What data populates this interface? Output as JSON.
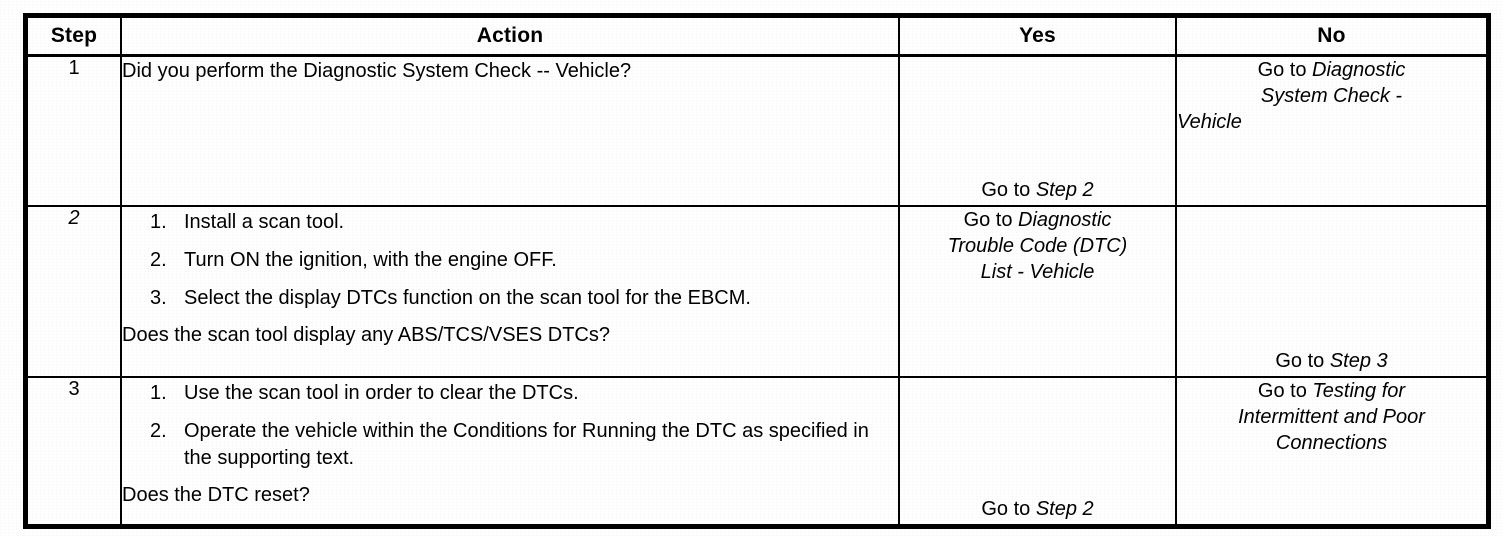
{
  "table": {
    "columns": [
      {
        "key": "step",
        "label": "Step"
      },
      {
        "key": "action",
        "label": "Action"
      },
      {
        "key": "yes",
        "label": "Yes"
      },
      {
        "key": "no",
        "label": "No"
      }
    ],
    "rows": [
      {
        "step": "1",
        "action": {
          "question": "Did you perform the Diagnostic System Check -- Vehicle?",
          "items": []
        },
        "yes": {
          "lead": "Go to ",
          "reference": "Step 2",
          "position": "bottom"
        },
        "no": {
          "lead": "Go to ",
          "reference_line_1": "Diagnostic",
          "reference_line_2": "System Check -",
          "reference_line_3": "Vehicle",
          "position": "top"
        }
      },
      {
        "step": "2",
        "action": {
          "items": [
            {
              "marker": "1.",
              "text": "Install a scan tool."
            },
            {
              "marker": "2.",
              "text": "Turn ON the ignition, with the engine OFF."
            },
            {
              "marker": "3.",
              "text": "Select the display DTCs function on the scan tool for the EBCM."
            }
          ],
          "question": "Does the scan tool display any ABS/TCS/VSES DTCs?"
        },
        "yes": {
          "lead": "Go to ",
          "reference_line_1": "Diagnostic",
          "reference_line_2": "Trouble Code (DTC)",
          "reference_line_3": "List - Vehicle",
          "position": "top"
        },
        "no": {
          "lead": "Go to ",
          "reference": "Step 3",
          "position": "bottom"
        }
      },
      {
        "step": "3",
        "action": {
          "items": [
            {
              "marker": "1.",
              "text": "Use the scan tool in order to clear the DTCs."
            },
            {
              "marker": "2.",
              "text": "Operate the vehicle within the Conditions for Running the DTC as specified in the supporting text."
            }
          ],
          "question": "Does the DTC reset?"
        },
        "yes": {
          "lead": "Go to ",
          "reference": "Step 2",
          "position": "bottom"
        },
        "no": {
          "lead": "Go to ",
          "reference_line_1": "Testing for",
          "reference_line_2": "Intermittent and Poor",
          "reference_line_3": "Connections",
          "position": "top"
        }
      }
    ]
  },
  "colors": {
    "ink": "#000000",
    "paper": "#ffffff"
  }
}
